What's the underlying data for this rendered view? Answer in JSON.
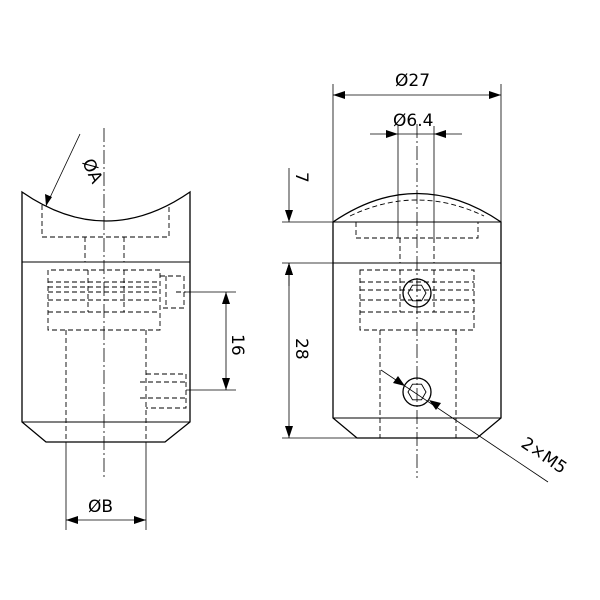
{
  "drawing": {
    "left_view": {
      "dim_arc_diameter": "ØA",
      "dim_bore_diameter": "ØB",
      "dim_slot_height": "16"
    },
    "right_view": {
      "dim_outer_diameter": "Ø27",
      "dim_inner_diameter": "Ø6.4",
      "dim_top_height": "7",
      "dim_body_height": "28",
      "dim_screw_callout": "2×M5"
    }
  }
}
